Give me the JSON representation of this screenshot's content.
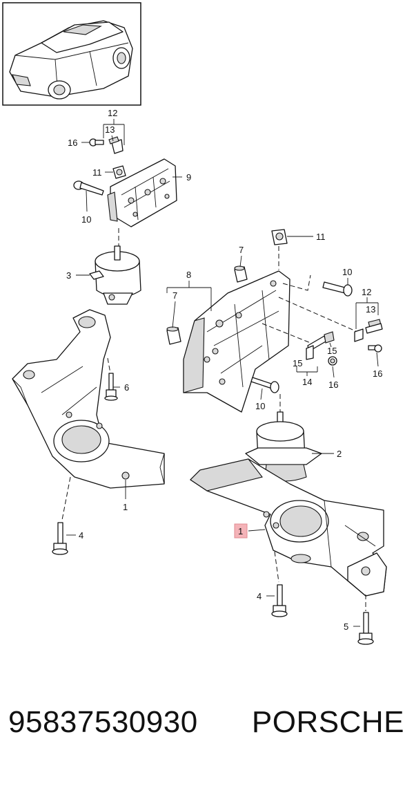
{
  "caption": {
    "part_number": "95837530930",
    "brand": "PORSCHE"
  },
  "callouts": {
    "c1a": "1",
    "c1b": "1",
    "c2": "2",
    "c3": "3",
    "c4a": "4",
    "c4b": "4",
    "c5": "5",
    "c6": "6",
    "c7a": "7",
    "c7b": "7",
    "c8": "8",
    "c9": "9",
    "c10a": "10",
    "c10b": "10",
    "c10c": "10",
    "c11a": "11",
    "c11b": "11",
    "c12a": "12",
    "c12b": "12",
    "c13a": "13",
    "c13b": "13",
    "c14": "14",
    "c15a": "15",
    "c15b": "15",
    "c16a": "16",
    "c16b": "16",
    "c16c": "16"
  },
  "highlight": {
    "callout": "1",
    "color": "#f4b3b8",
    "border": "#e08890"
  }
}
